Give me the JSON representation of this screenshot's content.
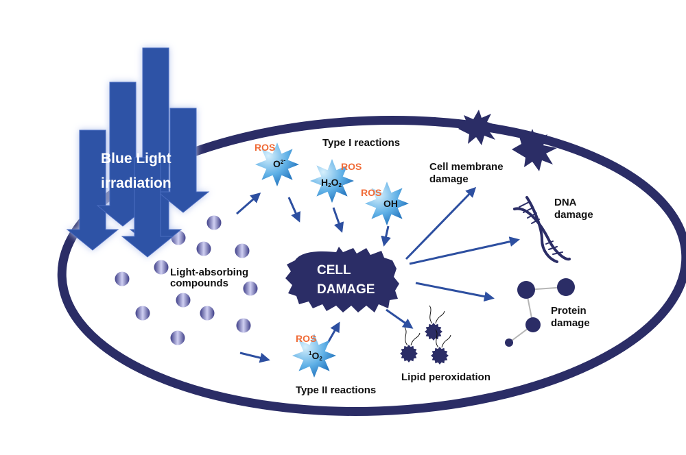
{
  "title": "Blue light induced cell damage",
  "colors": {
    "membrane": "#2b2d66",
    "arrow": "#2d4fa0",
    "light_arrow": "#2f52a6",
    "ros_label": "#f06a35",
    "star_light": "#a9d9f5",
    "star_dark": "#1f77c2",
    "compound_dark": "#4a4a8f",
    "compound_light": "#c7c7ee",
    "text": "#111111",
    "protein_link": "#b5b5b5"
  },
  "labels": {
    "blue_light_line1": "Blue Light",
    "blue_light_line2": "irradiation",
    "light_absorbing_line1": "Light-absorbing",
    "light_absorbing_line2": "compounds",
    "type1": "Type I reactions",
    "type2": "Type II reactions",
    "cell_damage_line1": "CELL",
    "cell_damage_line2": "DAMAGE",
    "membrane_line1": "Cell membrane",
    "membrane_line2": "damage",
    "dna_line1": "DNA",
    "dna_line2": "damage",
    "protein_line1": "Protein",
    "protein_line2": "damage",
    "lipid": "Lipid peroxidation"
  },
  "ros_species": [
    {
      "tag": "ROS",
      "base": "O",
      "sub": "2",
      "sup": "-",
      "pre": ""
    },
    {
      "tag": "ROS",
      "base": "H",
      "sub": "2",
      "base2": "O",
      "sub2": "2"
    },
    {
      "tag": "ROS",
      "base": "OH"
    },
    {
      "tag": "ROS",
      "base": "O",
      "sub": "2",
      "pre": "1"
    }
  ]
}
